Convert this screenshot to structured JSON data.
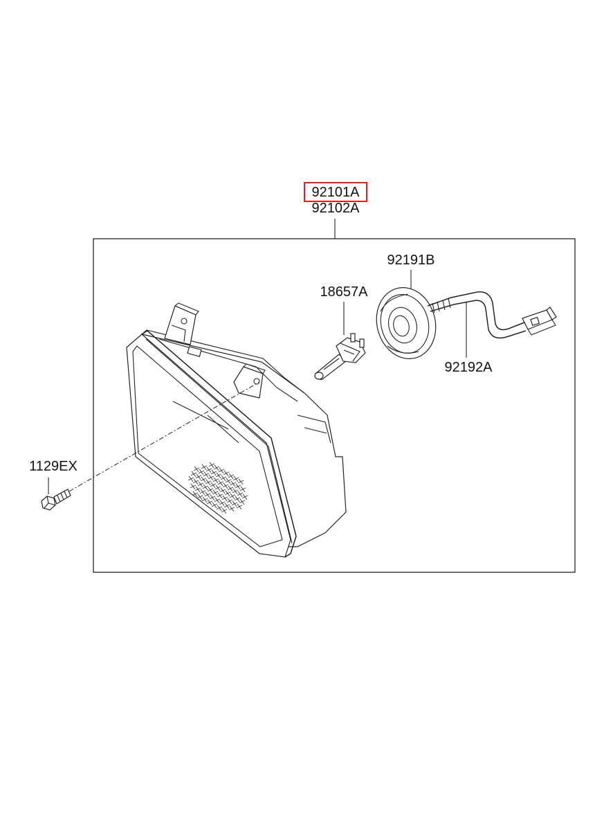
{
  "diagram": {
    "parts": {
      "headlamp_lh": "92101A",
      "headlamp_rh": "92102A",
      "bulb_socket": "92191B",
      "bulb": "18657A",
      "wiring": "92192A",
      "bolt": "1129EX"
    },
    "highlighted_part": "92101A",
    "highlight_color": "#e0201f"
  }
}
